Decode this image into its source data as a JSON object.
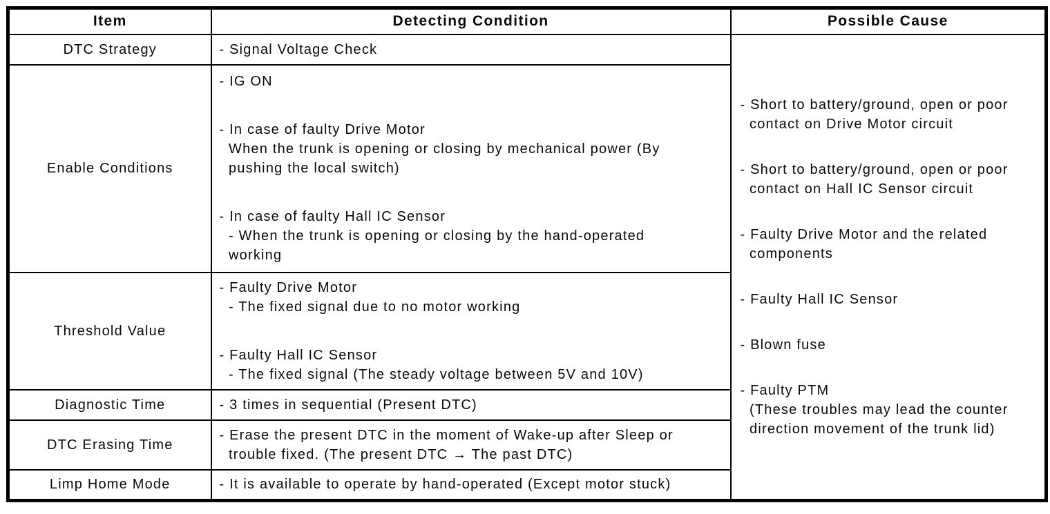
{
  "table": {
    "headers": {
      "item": "Item",
      "detecting_condition": "Detecting Condition",
      "possible_cause": "Possible Cause"
    },
    "rows": [
      {
        "item": "DTC Strategy",
        "blocks": [
          "- Signal Voltage Check"
        ]
      },
      {
        "item": "Enable Conditions",
        "blocks": [
          "- IG ON",
          "- In case of faulty Drive Motor\n  When the trunk is opening or closing by mechanical power (By\n  pushing the local switch)",
          "- In case of faulty Hall IC Sensor\n  - When the trunk is opening or closing by the hand-operated\n  working"
        ]
      },
      {
        "item": "Threshold Value",
        "blocks": [
          "- Faulty Drive Motor\n  - The fixed signal due to no motor working",
          "- Faulty Hall IC Sensor\n  - The fixed signal (The steady voltage between 5V and 10V)"
        ]
      },
      {
        "item": "Diagnostic Time",
        "blocks": [
          "- 3 times in sequential (Present DTC)"
        ]
      },
      {
        "item": "DTC Erasing Time",
        "blocks": [
          "- Erase the present DTC in the moment of Wake-up after Sleep or\n  trouble fixed. (The present DTC → The past DTC)"
        ]
      },
      {
        "item": "Limp Home Mode",
        "blocks": [
          "- It is available to operate by hand-operated (Except motor stuck)"
        ]
      }
    ],
    "possible_causes": [
      "- Short to battery/ground, open or poor\n  contact on Drive Motor circuit",
      "- Short to battery/ground, open or poor\n  contact on Hall IC Sensor circuit",
      "- Faulty Drive Motor and the related\n  components",
      "- Faulty Hall IC Sensor",
      "- Blown fuse",
      "- Faulty PTM\n  (These troubles may lead the counter\n  direction movement of the trunk lid)"
    ],
    "colors": {
      "border": "#000000",
      "text": "#0a0a0a",
      "background": "#ffffff"
    }
  }
}
